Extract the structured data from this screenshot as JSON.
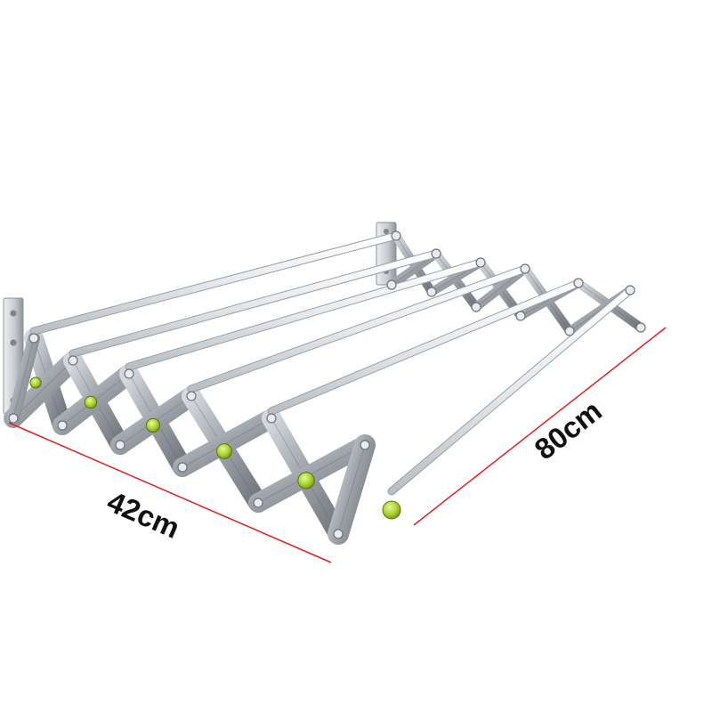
{
  "dimensions": {
    "width_label": "42cm",
    "length_label": "80cm"
  },
  "colors": {
    "dimension_line": "#e02020",
    "rod": "#eceff2",
    "rod_edge": "#a9afb5",
    "arm": "#9aa0a6",
    "pivot_accent": "#a6d12a",
    "bracket": "#c9cdd1"
  },
  "product": {
    "rod_count": 6,
    "bracket_count": 2
  }
}
